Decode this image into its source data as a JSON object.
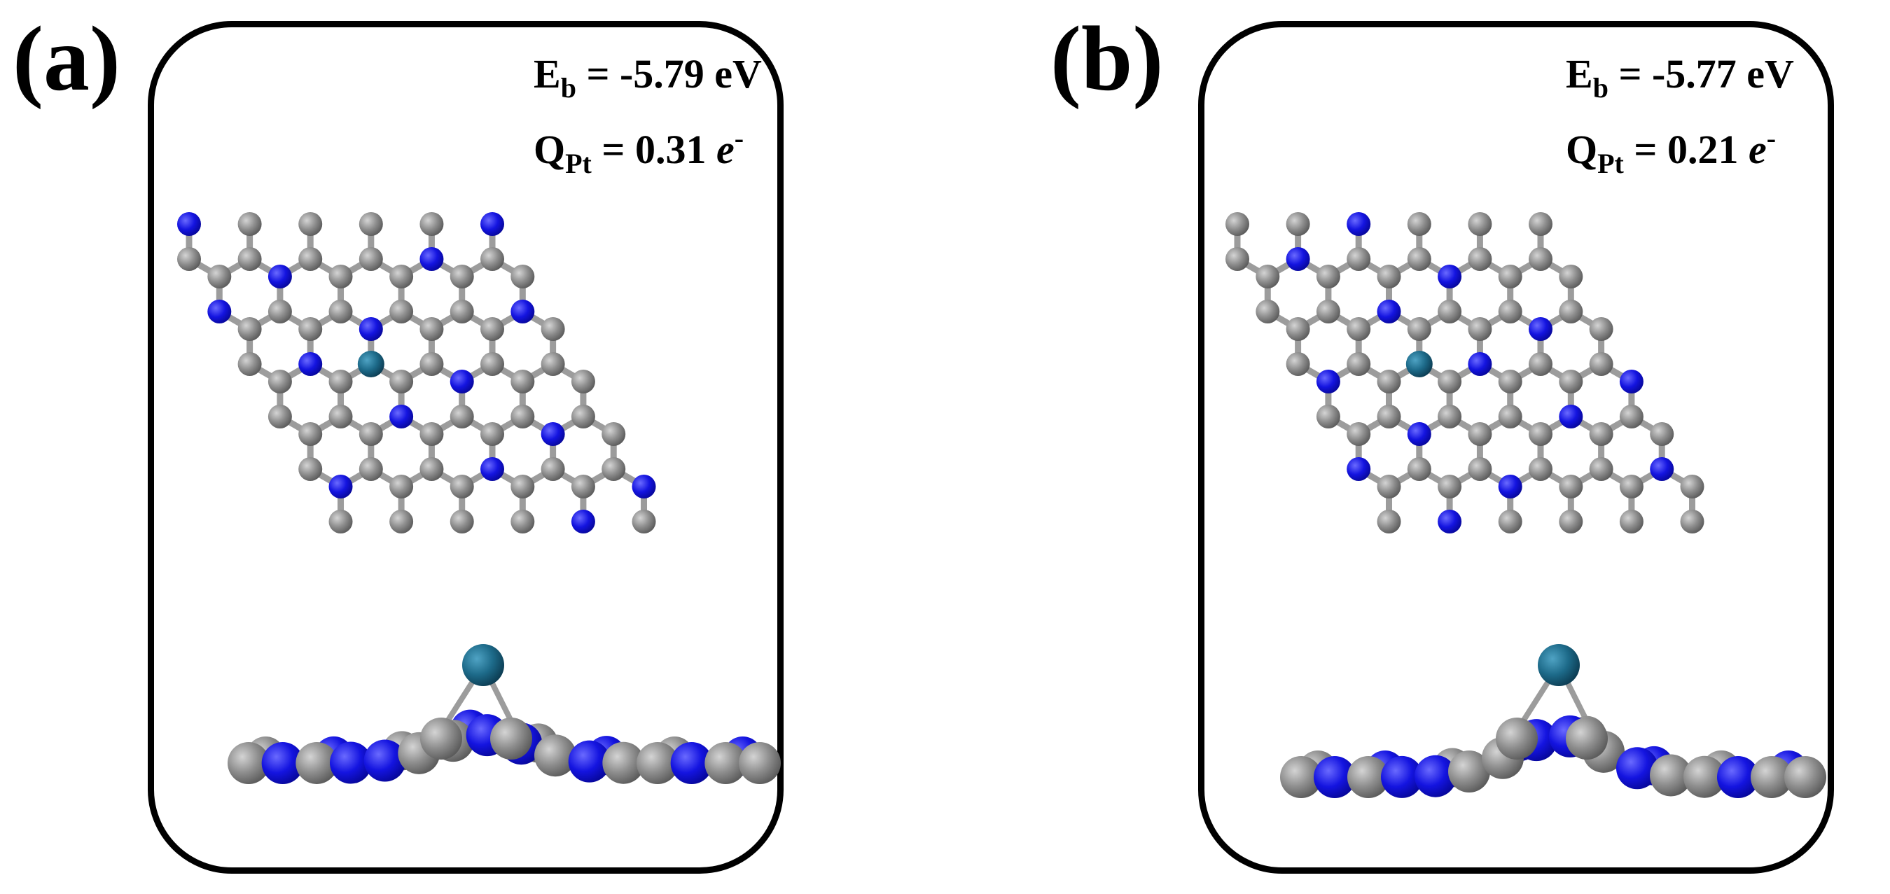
{
  "panels": [
    {
      "label": "(a)",
      "eb_symbol": "E",
      "eb_subscript": "b",
      "eb_equals": " = -5.79 eV",
      "q_symbol": "Q",
      "q_subscript": "Pt",
      "q_equals": " = 0.31 ",
      "q_unit": "e",
      "q_unit_sup": "-"
    },
    {
      "label": "(b)",
      "eb_symbol": "E",
      "eb_subscript": "b",
      "eb_equals": " = -5.77 eV",
      "q_symbol": "Q",
      "q_subscript": "Pt",
      "q_equals": " = 0.21 ",
      "q_unit": "e",
      "q_unit_sup": "-"
    }
  ],
  "colors": {
    "carbon": "#8a8a8a",
    "nitrogen": "#1a1ae6",
    "platinum": "#1f6e8c",
    "bond": "#9a9a9a",
    "frame": "#000000"
  }
}
